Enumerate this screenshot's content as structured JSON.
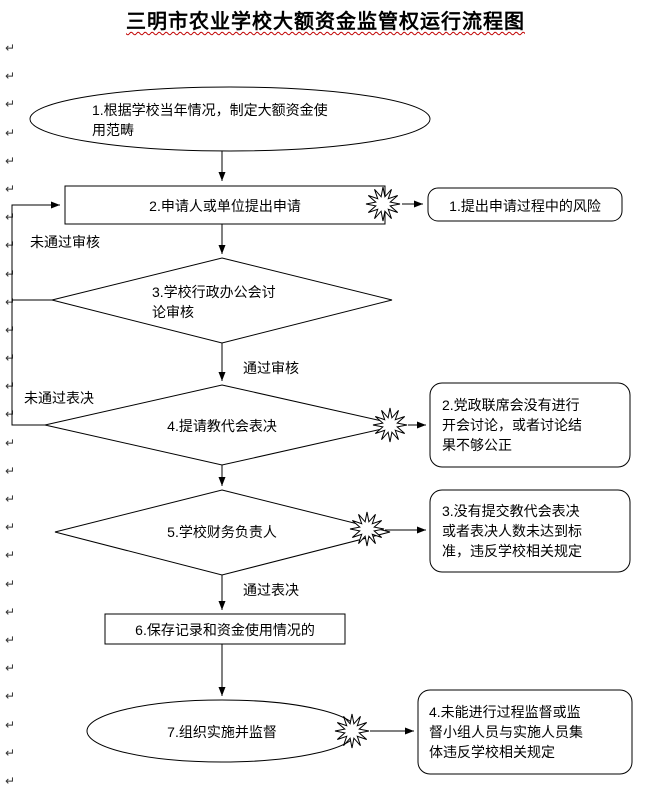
{
  "title": "三明市农业学校大额资金监管权运行流程图",
  "nodes": {
    "n1": "1.根据学校当年情况，制定大额资金使\n用范畴",
    "n2": "2.申请人或单位提出申请",
    "n3": "3.学校行政办公会讨\n论审核",
    "n4": "4.提请教代会表决",
    "n5": "5.学校财务负责人",
    "n6": "6.保存记录和资金使用情况的",
    "n7": "7.组织实施并监督"
  },
  "risks": {
    "r1": "1.提出申请过程中的风险",
    "r2": "2.党政联席会没有进行\n开会讨论，或者讨论结\n果不够公正",
    "r3": "3.没有提交教代会表决\n或者表决人数未达到标\n准，违反学校相关规定",
    "r4": "4.未能进行过程监督或监\n督小组人员与实施人员集\n体违反学校相关规定"
  },
  "edge_labels": {
    "fail_review": "未通过审核",
    "pass_review": "通过审核",
    "fail_vote": "未通过表决",
    "pass_vote": "通过表决"
  },
  "icons": {
    "risk_burst": "explosion-burst",
    "paragraph_mark": "return-mark"
  },
  "colors": {
    "line": "#000000",
    "shape_fill": "#ffffff",
    "title_underline": "#c00000",
    "background": "#ffffff"
  },
  "paragraph_marks": {
    "glyph": "↵",
    "count": 27
  }
}
